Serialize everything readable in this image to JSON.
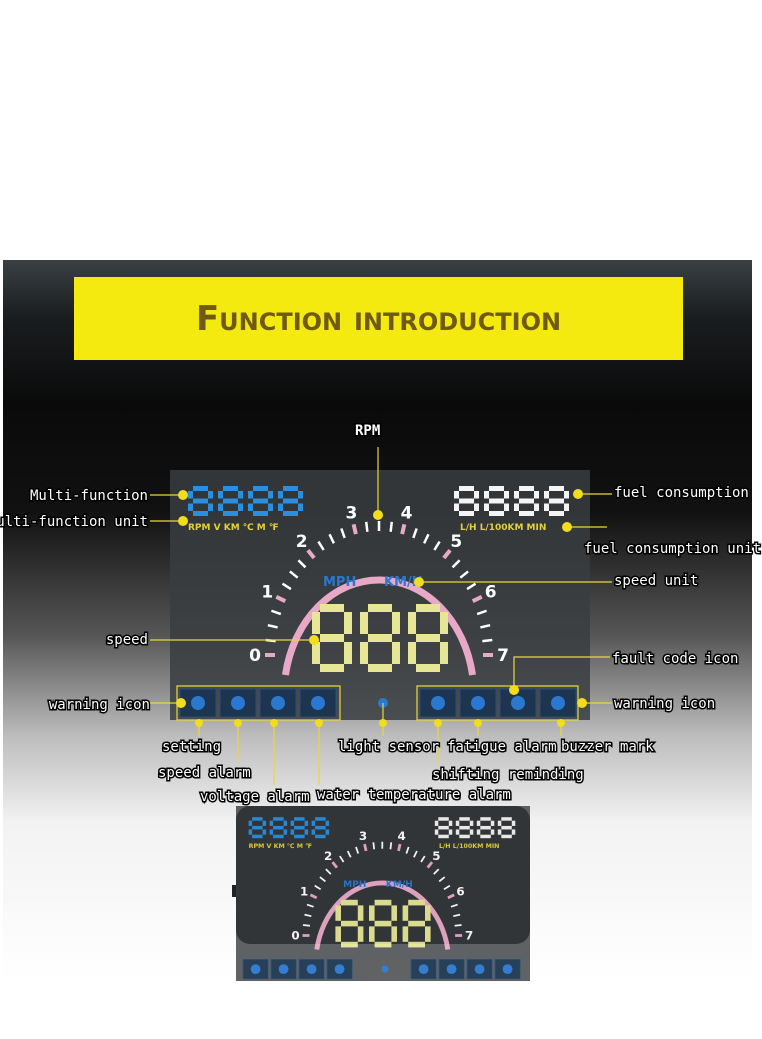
{
  "banner": {
    "title": "Function introduction"
  },
  "hud": {
    "rpm_scale": [
      "0",
      "1",
      "2",
      "3",
      "4",
      "5",
      "6",
      "7"
    ],
    "multi_units": "RPM  V  KM ℃  M  ℉",
    "fuel_units": "L/H   L/100KM  MIN",
    "speed_units": {
      "mph": "MPH",
      "kmh": "KM/H"
    },
    "colors": {
      "multi_digits": "#2a8fe0",
      "fuel_digits": "#f4f4f4",
      "speed_digits": "#e6e696",
      "rpm_arc": "#e8a8c8",
      "icons": "#2a78d0"
    },
    "left_icons": [
      "gear-icon",
      "speedometer-icon",
      "battery-icon",
      "thermometer-icon"
    ],
    "right_icons": [
      "fault-code-icon",
      "coffee-cup-icon",
      "gear-shift-icon",
      "speaker-icon"
    ]
  },
  "labels": {
    "rpm": "RPM",
    "multi_function": "Multi-function",
    "multi_function_unit": "Multi-function unit",
    "fuel_consumption": "fuel consumption",
    "fuel_consumption_unit": "fuel consumption unit",
    "speed_unit": "speed unit",
    "speed": "speed",
    "fault_code_icon": "fault code icon",
    "warning_icon_left": "warning icon",
    "warning_icon_right": "warning icon",
    "setting": "setting",
    "speed_alarm": "speed alarm",
    "voltage_alarm": "voltage alarm",
    "water_temperature_alarm": "water temperature alarm",
    "light_sensor": "light sensor",
    "fatigue_alarm": "fatigue alarm",
    "shifting_reminding": "shifting reminding",
    "buzzer_mark": "buzzer mark"
  }
}
